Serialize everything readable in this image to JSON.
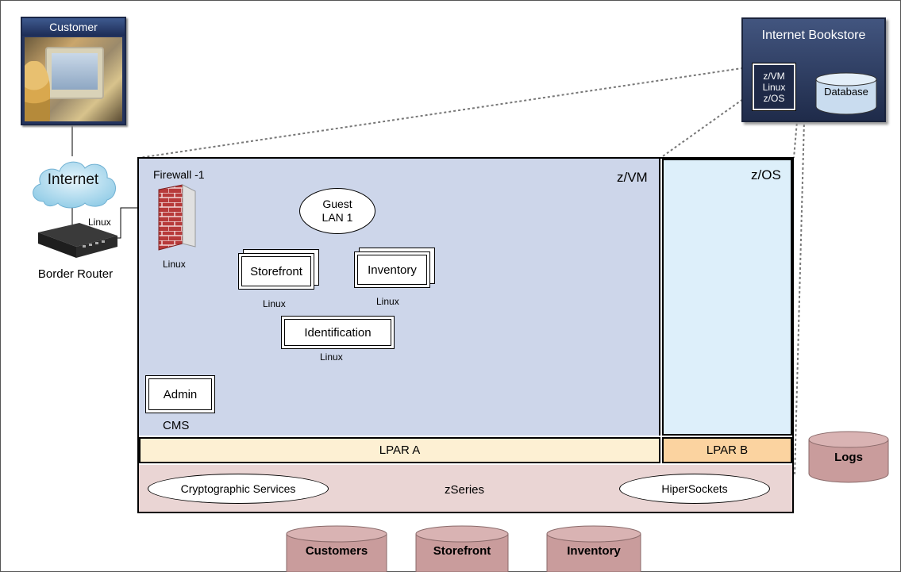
{
  "customer": {
    "label": "Customer"
  },
  "internet": {
    "label": "Internet"
  },
  "border_router": {
    "label": "Border Router",
    "link_label": "Linux"
  },
  "bookstore": {
    "title": "Internet Bookstore",
    "system_lines": [
      "z/VM",
      "Linux",
      "z/OS"
    ],
    "database_label": "Database"
  },
  "zvm": {
    "label": "z/VM",
    "firewall_label": "Firewall -1",
    "firewall_os": "Linux",
    "guest_lan": [
      "Guest",
      "LAN 1"
    ],
    "storefront": {
      "label": "Storefront",
      "os": "Linux"
    },
    "inventory": {
      "label": "Inventory",
      "os": "Linux"
    },
    "identification": {
      "label": "Identification",
      "os": "Linux"
    },
    "admin": {
      "label": "Admin",
      "sublabel": "CMS"
    }
  },
  "zos": {
    "label": "z/OS"
  },
  "lpar_a": {
    "label": "LPAR A"
  },
  "lpar_b": {
    "label": "LPAR B"
  },
  "zseries": {
    "label": "zSeries",
    "crypto_label": "Cryptographic Services",
    "hipersockets_label": "HiperSockets"
  },
  "databases": {
    "logs": "Logs",
    "customers": "Customers",
    "storefront": "Storefront",
    "inventory": "Inventory"
  },
  "colors": {
    "zvm_bg": "#cdd6ea",
    "zos_bg": "#ddeffa",
    "lpar_a_bg": "#fdf0d3",
    "lpar_b_bg": "#fbd3a0",
    "zseries_bg": "#ead5d4",
    "db_cylinder": "#c49a9a",
    "bookstore_bg": "#2f3e66"
  }
}
